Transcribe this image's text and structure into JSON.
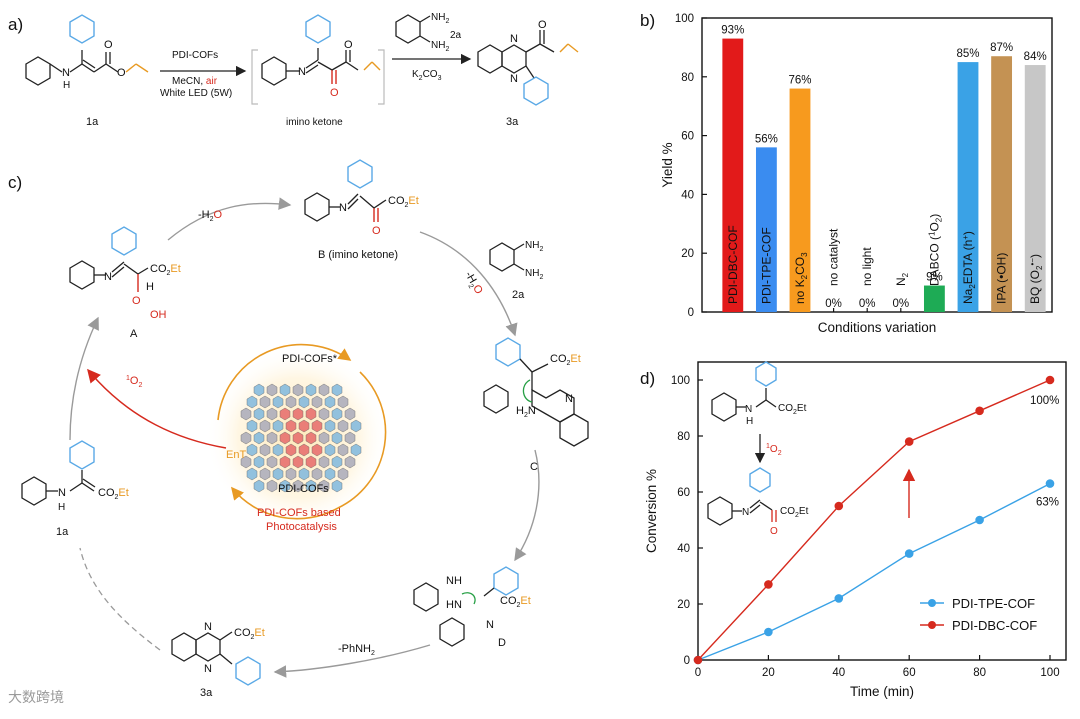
{
  "panels": {
    "a": "a)",
    "b": "b)",
    "c": "c)",
    "d": "d)"
  },
  "scheme_a": {
    "reagent_line1": "PDI-COFs",
    "reagent_line2_a": "MeCN, ",
    "reagent_line2_b": "air",
    "reagent_line3": "White LED (5W)",
    "intermediate_label": "imino ketone",
    "nh_label": "N",
    "h_label": "H",
    "reagent2_name": "2a",
    "reagent2_base": "K",
    "reagent2_sub": "2",
    "reagent2_tail": "CO",
    "reagent2_sub2": "3",
    "start_label": "1a",
    "product_label": "3a",
    "nh2_top": "NH",
    "nh2_bottom": "NH",
    "nh2_sub": "2",
    "o_atom": "O",
    "n_atom": "N"
  },
  "cycle_c": {
    "A_label": "A",
    "B_label": "B (imino ketone)",
    "C_label": "C",
    "D_label": "D",
    "start_label": "1a",
    "product_label": "3a",
    "reagent_label": "2a",
    "minus_h2o_top_a": "-H",
    "minus_h2o_top_sub": "2",
    "minus_h2o_top_b": "O",
    "minus_h2o_right_a": "-H",
    "minus_h2o_right_sub": "2",
    "minus_h2o_right_b": "O",
    "minus_phnh2_a": "-PhNH",
    "minus_phnh2_sub": "2",
    "singlet_o2_sup": "1",
    "singlet_o2_a": "O",
    "singlet_o2_sub": "2",
    "ent_label": "EnT",
    "cof_excited": "PDI-COFs*",
    "cof_ground": "PDI-COFs",
    "center_caption_1": "PDI-COFs based",
    "center_caption_2": "Photocatalysis",
    "co2et": "CO",
    "co2et_sub": "2",
    "co2et_tail": "Et",
    "ooh_a": "O",
    "ooh_b": "OH",
    "h_atom": "H",
    "hn_label": "HN",
    "nh_label": "NH",
    "h2n_label": "H",
    "h2n_sub": "2",
    "h2n_tail": "N",
    "n_atom": "N"
  },
  "chart_data": [
    {
      "type": "bar",
      "categories": [
        "PDI-DBC-COF",
        "PDI-TPE-COF",
        "no K2CO3",
        "no catalyst",
        "no light",
        "N2",
        "DABCO (1O2)",
        "Na2EDTA (h+)",
        "IPA (•OH)",
        "BQ (O2•−)"
      ],
      "values": [
        93,
        56,
        76,
        0,
        0,
        0,
        9,
        85,
        87,
        84
      ],
      "value_labels": [
        "93%",
        "56%",
        "76%",
        "0%",
        "0%",
        "0%",
        "9%",
        "85%",
        "87%",
        "84%"
      ],
      "colors": [
        "#e21a1a",
        "#3a8cf0",
        "#f79a1e",
        "#000000",
        "#000000",
        "#000000",
        "#1eab55",
        "#3aa2e6",
        "#c49253",
        "#c7c7c7"
      ],
      "category_labels": [
        {
          "text": "PDI-DBC-COF"
        },
        {
          "text": "PDI-TPE-COF"
        },
        {
          "text": "no K",
          "sub": "2",
          "text2": "CO",
          "sub2": "3"
        },
        {
          "text": "no catalyst"
        },
        {
          "text": "no light"
        },
        {
          "text": "N",
          "sub": "2"
        },
        {
          "text": "DABCO (",
          "sup": "1",
          "text2": "O",
          "sub2": "2",
          "text3": ")"
        },
        {
          "text": "Na",
          "sub": "2",
          "text2": "EDTA (h",
          "sup2": "+",
          "text3": ")"
        },
        {
          "text": "IPA (•OH)"
        },
        {
          "text": "BQ (O",
          "sub": "2",
          "sup": "•−",
          "text3": ")"
        }
      ],
      "label_inside_bar": [
        true,
        true,
        true,
        false,
        false,
        false,
        false,
        true,
        true,
        true
      ],
      "xlabel": "Conditions variation",
      "ylabel": "Yield %",
      "ylim": [
        0,
        100
      ],
      "yticks": [
        0,
        20,
        40,
        60,
        80,
        100
      ]
    },
    {
      "type": "line",
      "x": [
        0,
        20,
        40,
        60,
        80,
        100
      ],
      "series": [
        {
          "name": "PDI-TPE-COF",
          "values": [
            0,
            10,
            22,
            38,
            50,
            63
          ],
          "color": "#3aa2e6"
        },
        {
          "name": "PDI-DBC-COF",
          "values": [
            0,
            27,
            55,
            78,
            89,
            100
          ],
          "color": "#d62a1e"
        }
      ],
      "end_labels": [
        "63%",
        "100%"
      ],
      "xlabel": "Time (min)",
      "ylabel": "Conversion %",
      "xlim": [
        0,
        100
      ],
      "ylim": [
        0,
        100
      ],
      "xticks": [
        0,
        20,
        40,
        60,
        80,
        100
      ],
      "yticks": [
        0,
        20,
        40,
        60,
        80,
        100
      ],
      "legend_position": "bottom-right",
      "inset": {
        "co2et": "CO",
        "co2et_sub": "2",
        "co2et_tail": "Et",
        "n_atom": "N",
        "h_atom": "H",
        "o_atom": "O",
        "arrow_sup": "1",
        "arrow_a": "O",
        "arrow_sub": "2"
      }
    }
  ],
  "watermark": "大数跨境"
}
